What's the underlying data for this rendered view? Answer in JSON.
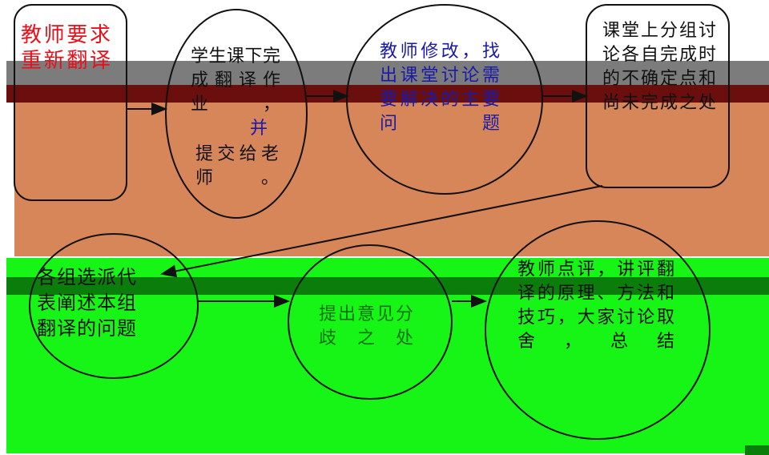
{
  "colors": {
    "upper_band": "#d7865a",
    "lower_band": "#17f517",
    "red_text": "#e8101a",
    "blue_text": "#1a1aa8"
  },
  "nodes": {
    "teacher_retranslate": "教师要求重新翻译",
    "student_homework_a": "学生课下完成翻译作业，",
    "student_homework_b": "并",
    "student_homework_c": "提交给老师。",
    "teacher_revise": "教师修改，找出课堂讨论需要解决的主要问题",
    "group_discussion": "课堂上分组讨论各自完成时的不确定点和尚未完成之处",
    "group_representative": "各组选派代表阐述本组翻译的问题",
    "propose_differences": "提出意见分歧之处",
    "teacher_comment": "教师点评，讲评翻译的原理、方法和技巧，大家讨论取舍，总结"
  }
}
